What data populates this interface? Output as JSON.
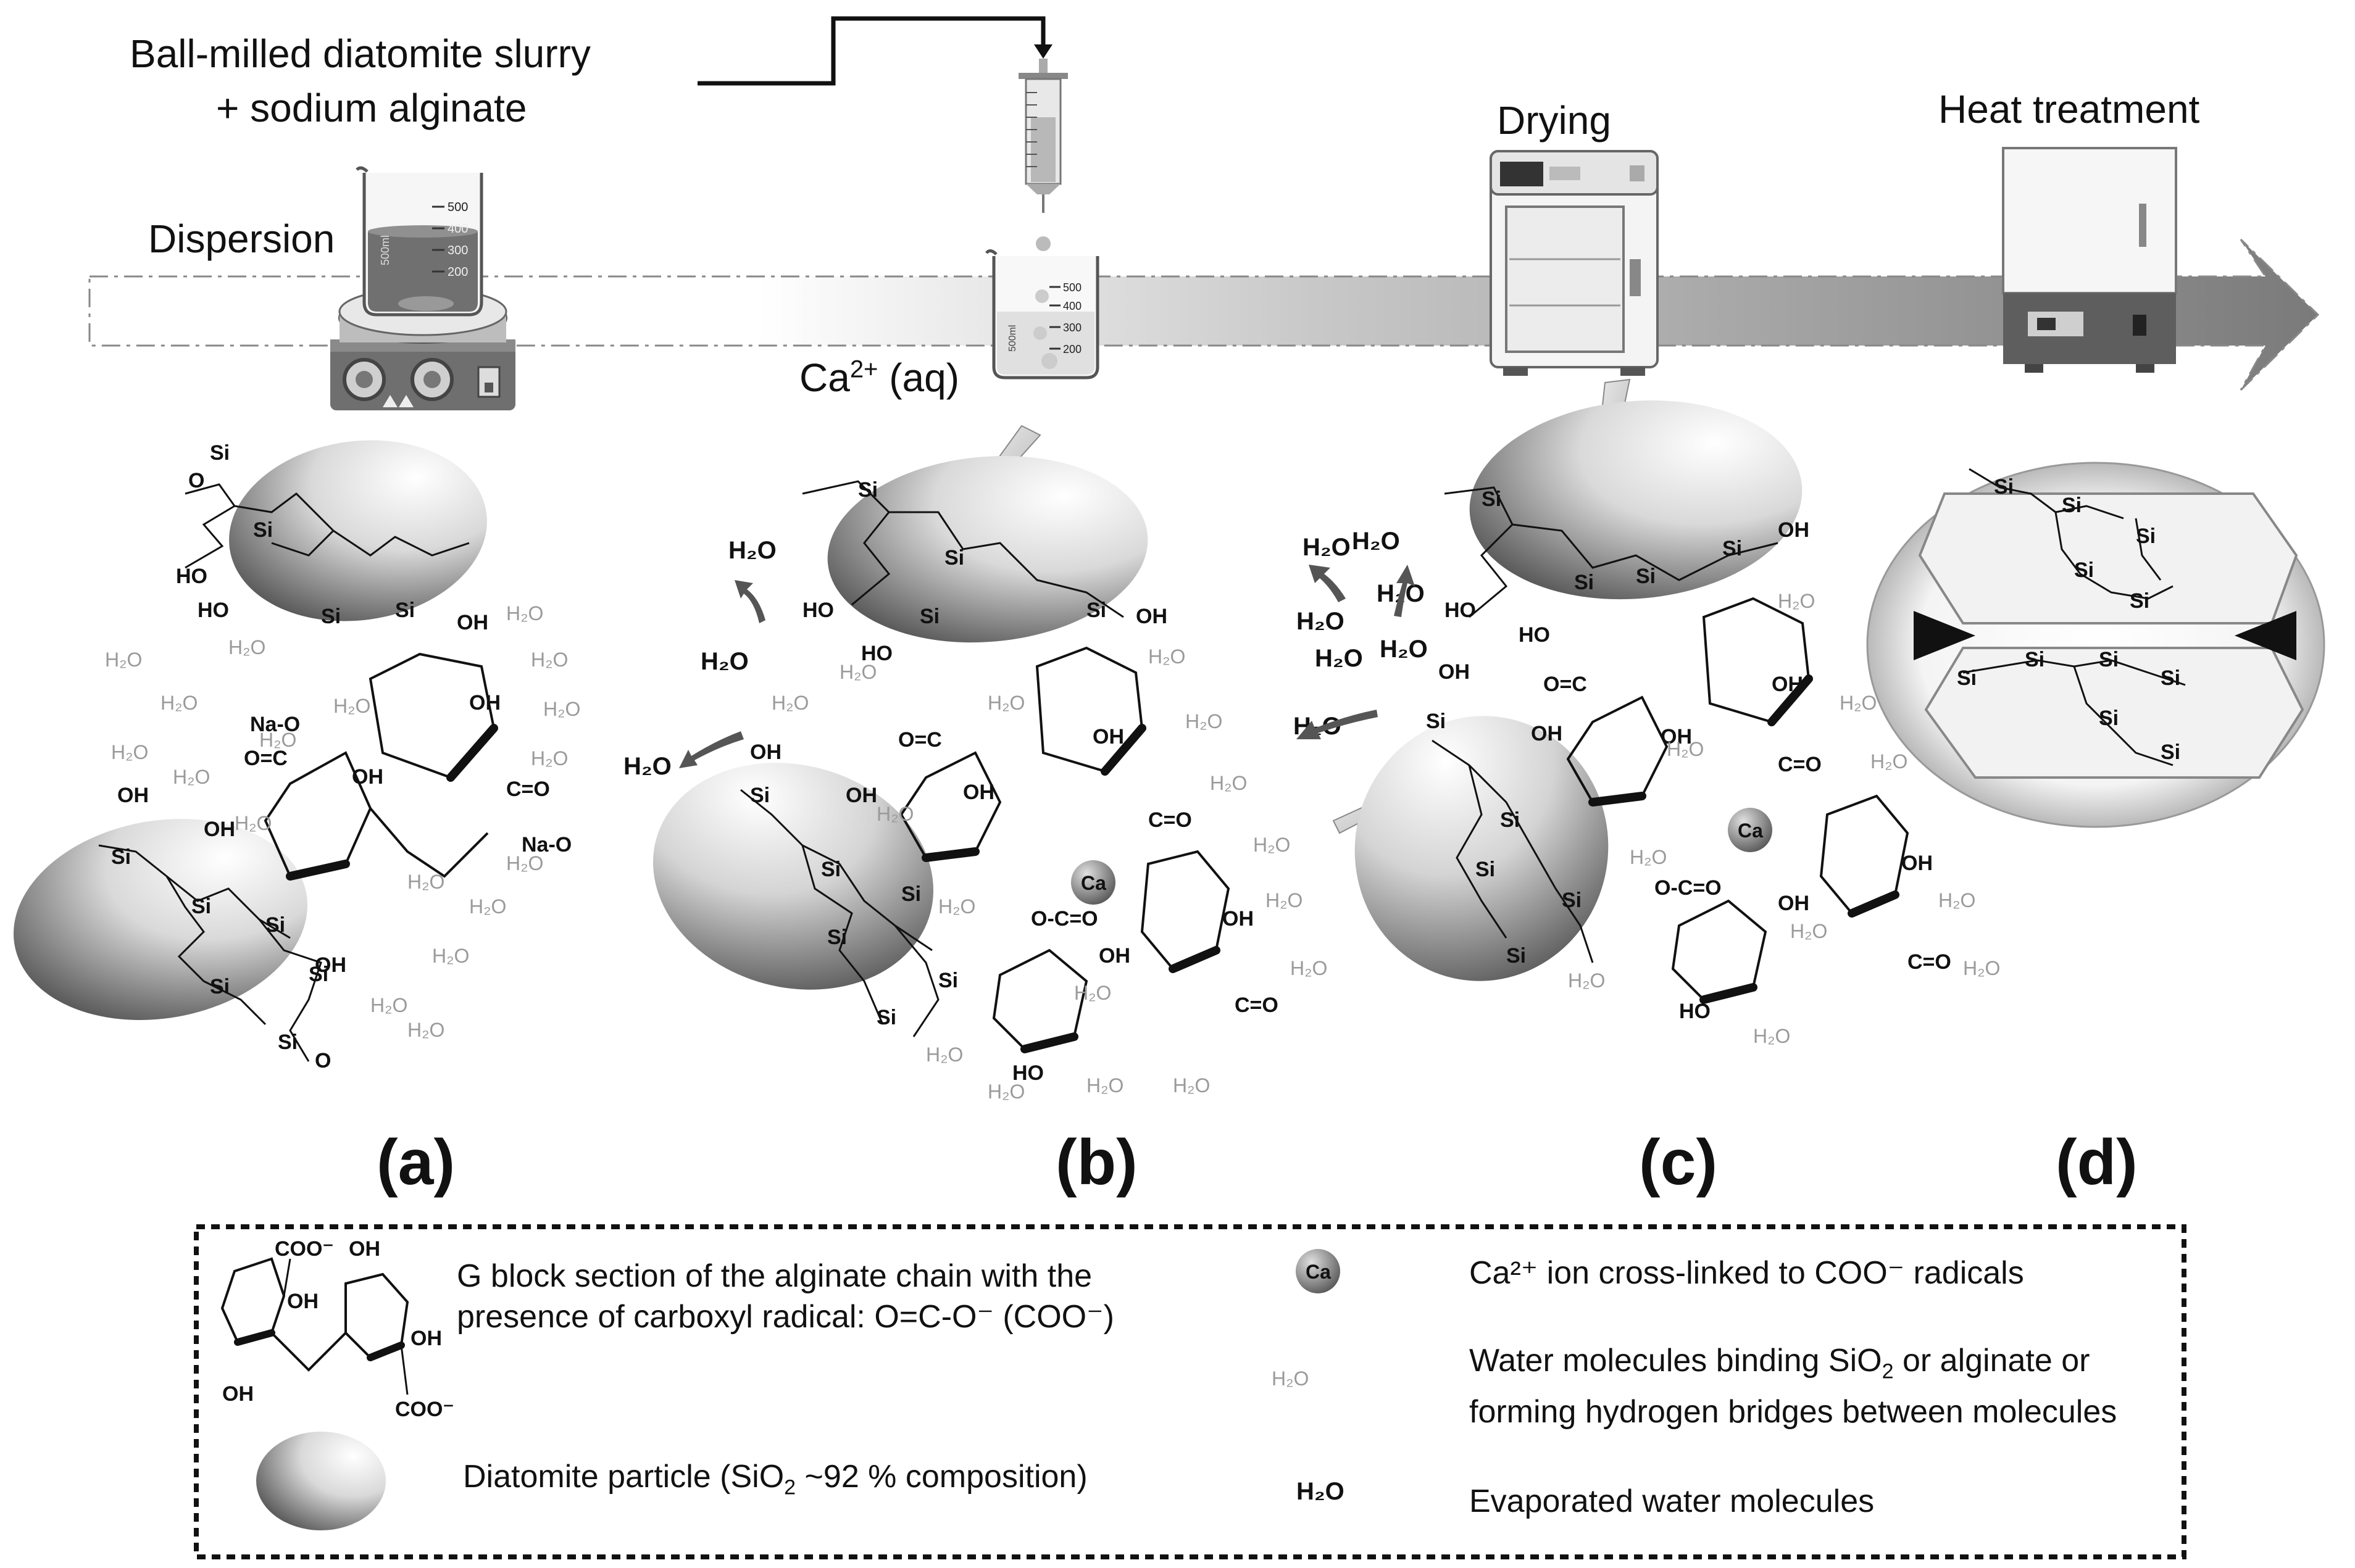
{
  "process": {
    "slurry_line1": "Ball-milled diatomite slurry",
    "slurry_line2": "+ sodium alginate",
    "dispersion": "Dispersion",
    "calcium": "Ca",
    "calcium_sup": "2+",
    "calcium_aq": "(aq)",
    "drying": "Drying",
    "heat": "Heat treatment"
  },
  "panels": {
    "a": "(a)",
    "b": "(b)",
    "c": "(c)",
    "d": "(d)"
  },
  "beaker": {
    "large_marks": [
      "500",
      "400",
      "300",
      "200"
    ],
    "large_vol": "500ml",
    "small_marks": [
      "500",
      "400",
      "300",
      "200"
    ],
    "small_vol": "500ml"
  },
  "chem": {
    "si": "Si",
    "o": "O",
    "oh": "OH",
    "ho": "HO",
    "na_o": "Na-O",
    "o_na": "Na-O",
    "o_eq_c": "O=C",
    "c_eq_o": "C=O",
    "o_c_o": "O-C=O",
    "ca": "Ca",
    "water": "H₂O",
    "evap": "H₂O",
    "coo_minus": "COO⁻"
  },
  "legend": {
    "g_block": "G block section of the alginate chain with the presence of carboxyl radical: O=C-O⁻ (COO⁻)",
    "diatomite_pre": "Diatomite particle (SiO",
    "diatomite_sub": "2",
    "diatomite_post": " ~92 % composition)",
    "ca_ion": "Ca²⁺ ion cross-linked to COO⁻ radicals",
    "water_pre": "Water molecules binding SiO",
    "water_sub": "2",
    "water_post": " or alginate or forming hydrogen bridges between molecules",
    "evap": "Evaporated water molecules",
    "ca_symbol": "Ca",
    "water_symbol": "H₂O",
    "evap_symbol": "H₂O",
    "icon_coo_top": "COO⁻",
    "icon_coo_bottom": "COO⁻",
    "icon_oh1": "OH",
    "icon_oh2": "OH",
    "icon_oh3": "OH",
    "icon_oh4": "OH"
  },
  "colors": {
    "arrow_start": "#ffffff",
    "arrow_end": "#8a8a8a",
    "particle_dark": "#5a5a5a",
    "particle_light": "#f2f2f2",
    "water": "#9a9a9a",
    "ink": "#111111"
  },
  "icons": [
    "magnetic-stirrer-icon",
    "beaker-icon",
    "syringe-icon",
    "drying-oven-icon",
    "furnace-icon",
    "ca-ion-icon"
  ]
}
